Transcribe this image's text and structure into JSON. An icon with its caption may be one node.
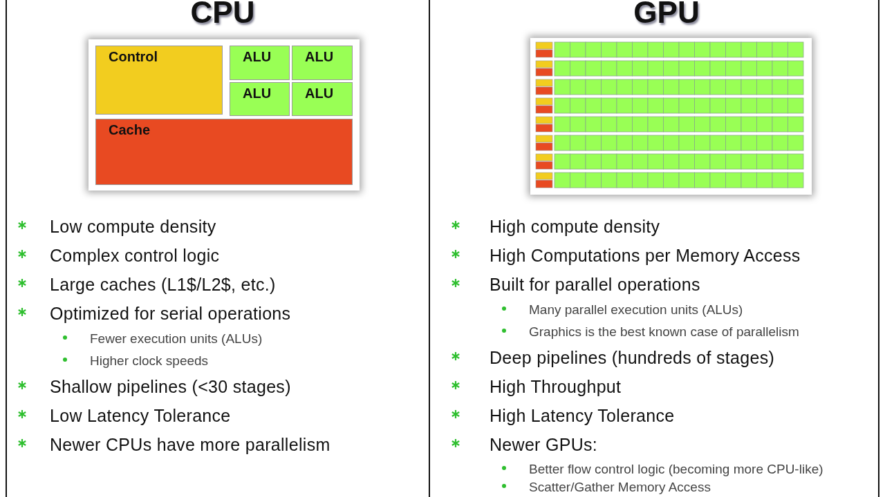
{
  "diagram": {
    "nodes": [
      {
        "text": [
          "CPU",
          "Low compute density",
          "Complex control logic",
          "Large caches (L1$/L2$, etc.)",
          "Optimized for serial operations",
          "Fewer execution units (ALUs)",
          "Higher clock speeds",
          "Shallow pipelines (<30 stages)",
          "Low Latency Tolerance",
          "Newer CPUs have more parallelism"
        ]
      },
      {
        "text": [],
        "shape": "box",
        "in": 0
      },
      {
        "text": [
          "Control"
        ],
        "in": 1
      },
      {
        "text": [
          "ALU"
        ],
        "in": 1
      },
      {
        "text": [
          "ALU"
        ],
        "in": 1
      },
      {
        "text": [
          "ALU"
        ],
        "in": 1
      },
      {
        "text": [
          "ALU"
        ],
        "in": 1
      },
      {
        "text": [
          "Cache"
        ],
        "in": 1
      },
      {
        "text": [
          "GPU",
          "High compute density",
          "High Computations per Memory Access",
          "Built for parallel operations",
          "Many parallel execution units (ALUs)",
          "Graphics is the best known case of parallelism",
          "Deep pipelines (hundreds of stages)",
          "High Throughput",
          "High Latency Tolerance",
          "Newer GPUs:",
          "Better flow control logic (becoming more CPU-like)",
          "Scatter/Gather Memory Access"
        ]
      },
      {
        "text": [],
        "shape": "box",
        "in": 8
      }
    ],
    "edges": []
  }
}
